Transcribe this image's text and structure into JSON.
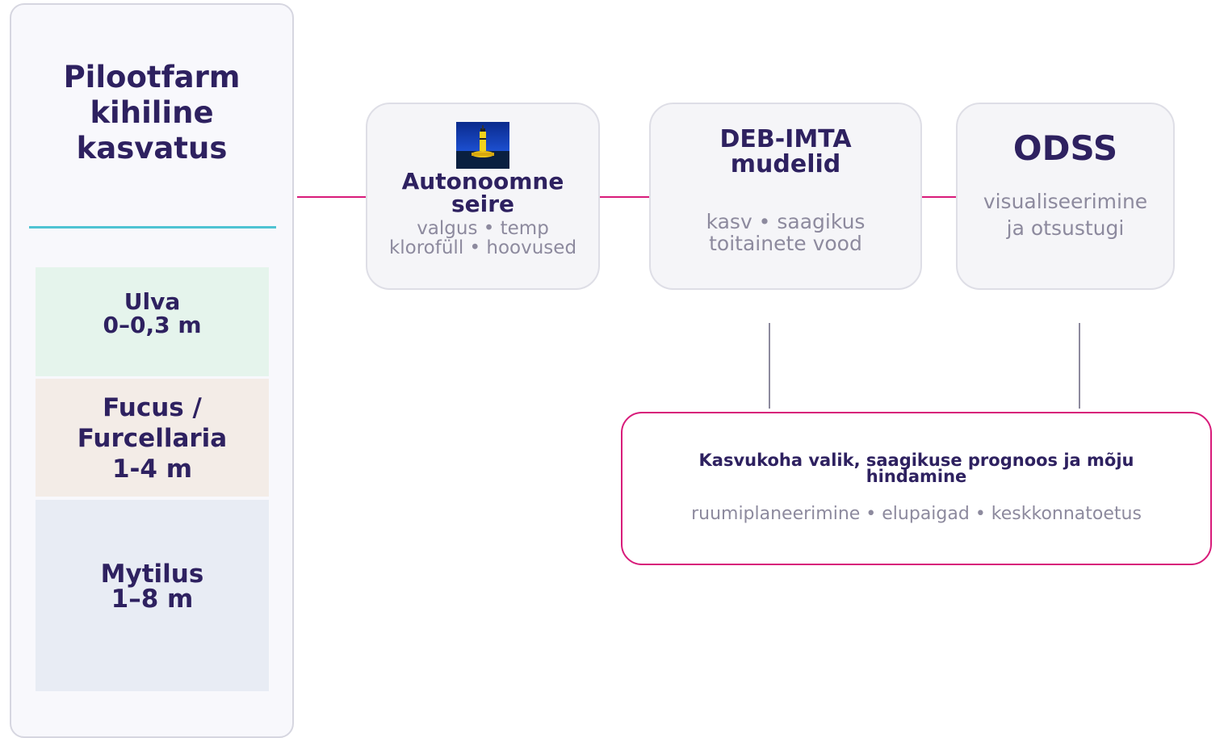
{
  "farm": {
    "title": "Pilootfarm kihiline kasvatus",
    "layers": [
      {
        "name": "Ulva",
        "depth": "0–0,3 m",
        "color": "#e5f4ec"
      },
      {
        "name": "Fucus / Furcellaria",
        "depth": "1-4 m",
        "color": "#f3ece7"
      },
      {
        "name": "Mytilus",
        "depth": "1–8 m",
        "color": "#e8ecf4"
      }
    ]
  },
  "monitoring": {
    "title": "Autonoomne seire",
    "line1": "valgus • temp",
    "line2": "klorofüll • hoovused",
    "icon": "buoy-image"
  },
  "deb": {
    "title": "DEB-IMTA mudelid",
    "line1": "kasv • saagikus",
    "line2": "toitainete vood"
  },
  "odss": {
    "title": "ODSS",
    "line1": "visualiseerimine",
    "line2": "ja otsustugi"
  },
  "applications": {
    "title": "Kasvukoha valik, saagikuse prognoos ja mõju hindamine",
    "subtitle": "ruumiplaneerimine • elupaigad • keskkonnatoetus"
  },
  "colors": {
    "accent_pink": "#d81b7a",
    "accent_teal": "#4fc3d3",
    "title_navy": "#2e2160",
    "muted_gray": "#8d8a9e"
  }
}
